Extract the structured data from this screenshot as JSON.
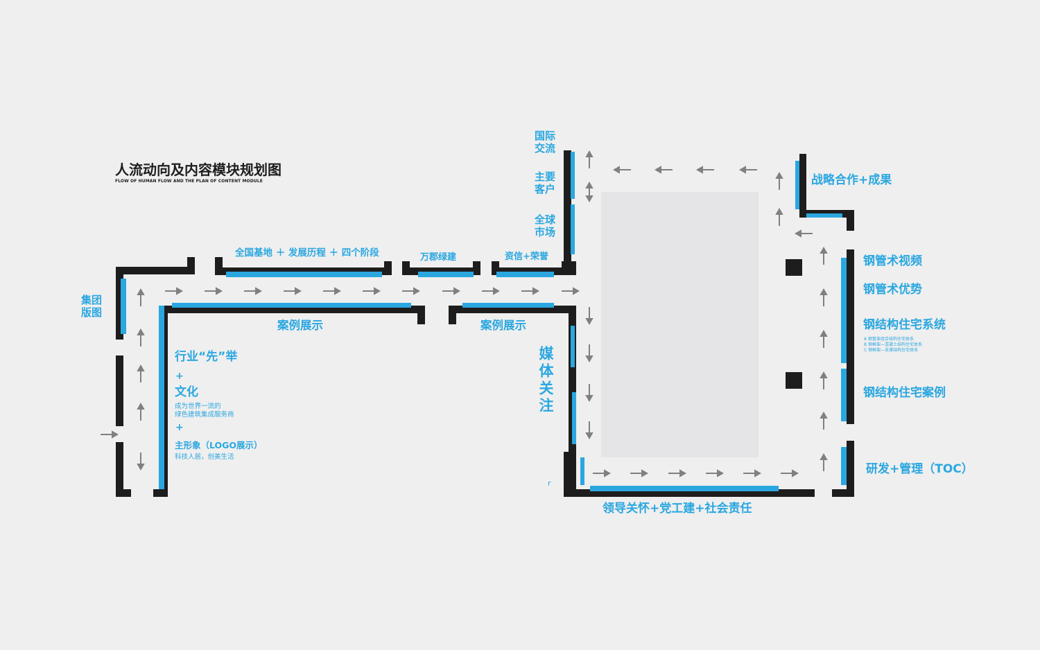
{
  "header": {
    "title": "人流动向及内容模块规划图",
    "subtitle": "FLOW OF HUMAN FLOW AND THE PLAN OF CONTENT MODULE"
  },
  "labels": {
    "group_layout": "集团\n版图",
    "national_base": "全国基地 ＋ 发展历程 ＋ 四个阶段",
    "wanjun": "万郡绿建",
    "credentials": "资信+荣誉",
    "intl_1": "国际\n交流",
    "intl_2": "主要\n客户",
    "intl_3": "全球\n市场",
    "strategy": "战略合作+成果",
    "cases_1": "案例展示",
    "cases_2": "案例展示",
    "media": "媒体关注",
    "steel_video": "钢管术视频",
    "steel_adv": "钢管术优势",
    "steel_system": "钢结构住宅系统",
    "steel_system_notes": "A 钢管束组合结构住宅体系\nB 钢框架—混凝土结构住宅体系\nC 钢框架—支撑结构住宅体系",
    "steel_cases": "钢结构住宅案例",
    "rnd": "研发+管理（TOC）",
    "leadership": "领导关怀+党工建+社会责任",
    "industry_first": "行业“先”举",
    "plus_1": "+",
    "culture": "文化",
    "culture_desc": "成为世界一流的\n绿色建筑集成服务商",
    "plus_2": "+",
    "main_image": "主形象（LOGO展示）",
    "main_image_desc": "科技人居，创美生活",
    "stray_r": "r"
  },
  "colors": {
    "wall": "#1d1d1d",
    "display": "#2ba7e0",
    "arrow": "#808080",
    "background": "#efefef",
    "core": "#e5e5e7"
  }
}
